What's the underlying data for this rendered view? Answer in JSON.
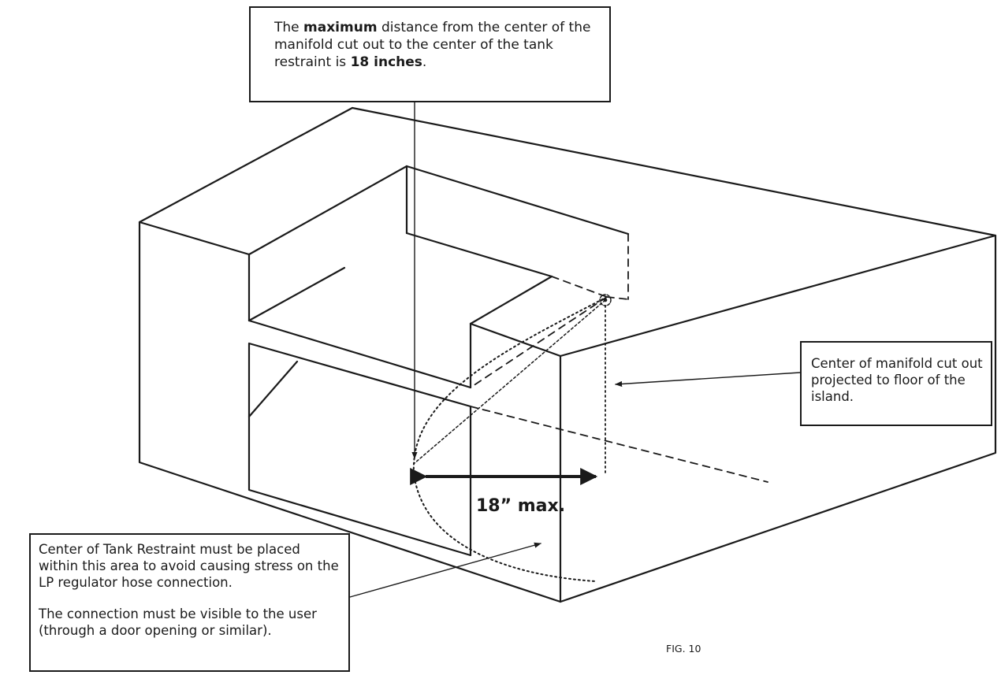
{
  "callouts": {
    "top": {
      "part1": "The ",
      "bold1": "maximum",
      "part2": " distance from the center of the manifold cut out to the center of the tank restraint is ",
      "bold2": "18 inches",
      "part3": "."
    },
    "right": {
      "text": "Center of manifold cut out projected to floor of the island."
    },
    "left": {
      "para1": "Center of Tank Restraint must be placed within this area to avoid causing stress on the LP regulator hose connection.",
      "para2": "The connection must be visible to the user (through a door opening or similar)."
    }
  },
  "dimension_label": "18” max.",
  "figure_label": "FIG. 10"
}
